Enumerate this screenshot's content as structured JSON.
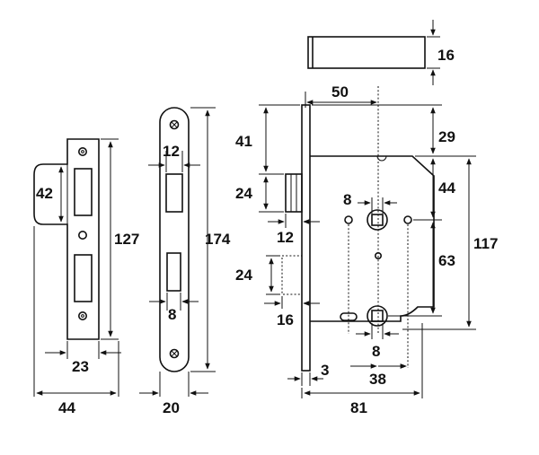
{
  "diagram": {
    "subject": "mortice lock technical drawing",
    "dimensions": {
      "keep_height": "127",
      "keep_projection": "42",
      "keep_width": "23",
      "keep_lip_width": "44",
      "forend_height": "174",
      "forend_bolt_width": "12",
      "forend_latch_width": "8",
      "forend_width": "20",
      "latch_length": "16",
      "body_top_to_follower": "50",
      "forend_top_to_bolt": "41",
      "case_top_offset": "29",
      "bolt_height": "24",
      "bolt_projection": "12",
      "case_top_to_spindle": "44",
      "case_height": "117",
      "spindle_square": "8",
      "lower_spindle_square": "8",
      "latch_height": "24",
      "latch_projection": "16",
      "centres": "63",
      "forend_thickness": "3",
      "backset": "38",
      "body_depth": "81"
    }
  }
}
